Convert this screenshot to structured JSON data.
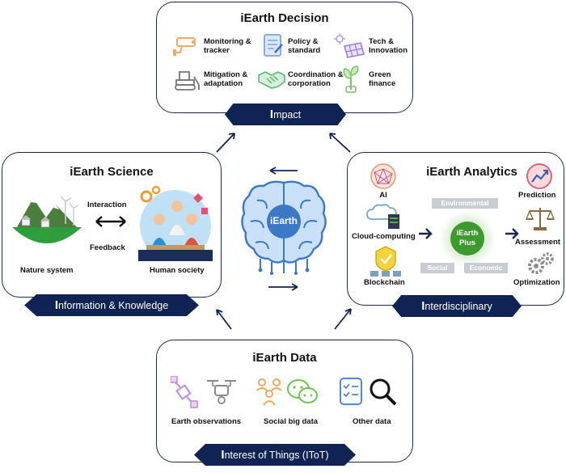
{
  "decision": {
    "title": "iEarth Decision",
    "items": [
      "Monitoring & tracker",
      "Policy & standard",
      "Tech & Innovation",
      "Mitigation & adaptation",
      "Coordination & corporation",
      "Green finance"
    ],
    "banner_rest": "mpact"
  },
  "science": {
    "title": "iEarth Science",
    "interaction": "Interaction",
    "feedback": "Feedback",
    "nature": "Nature system",
    "human": "Human society",
    "banner_rest": "nformation & Knowledge"
  },
  "analytics": {
    "title": "iEarth Analytics",
    "ai": "AI",
    "cloud": "Cloud-computing",
    "blockchain": "Blockchain",
    "environmental": "Environmental",
    "social": "Social",
    "economic": "Economic",
    "core_line1": "iEarth",
    "core_line2": "Plus",
    "prediction": "Prediction",
    "assessment": "Assessment",
    "optimization": "Optimization",
    "banner_rest": "nterdisciplinary"
  },
  "data": {
    "title": "iEarth Data",
    "obs": "Earth observations",
    "social": "Social big data",
    "other": "Other data",
    "banner_rest": "nterest of Things (IToT)"
  },
  "center": {
    "label": "iEarth"
  },
  "banner_initial": "I",
  "colors": {
    "navy": "#0f2454",
    "brain": "#3b78c8",
    "brain_light": "#c9e0f7",
    "plus_green": "#3d9a2e"
  }
}
